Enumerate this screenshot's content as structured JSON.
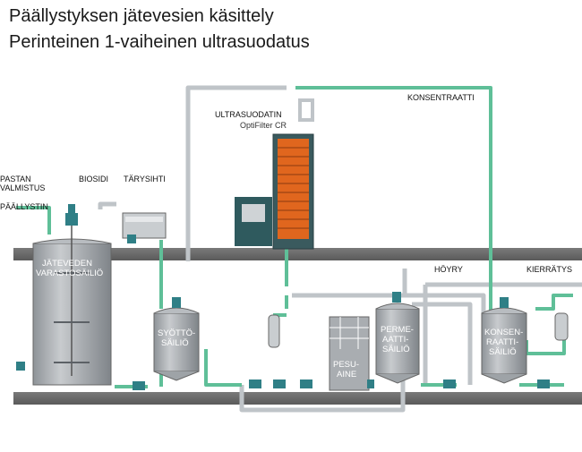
{
  "title": {
    "line1": "Päällystyksen jätevesien käsittely",
    "line2": "Perinteinen 1-vaiheinen ultrasuodatus"
  },
  "labels": {
    "pastan_valmistus_1": "PASTAN",
    "pastan_valmistus_2": "VALMISTUS",
    "paallystin": "PÄÄLLYSTIN",
    "biosidi": "BIOSIDI",
    "tarysihti": "TÄRYSIHTI",
    "ultrasuodatin": "ULTRASUODATIN",
    "optifilter": "OptiFilter CR",
    "konsentraatti": "KONSENTRAATTI",
    "hoyry": "HÖYRY",
    "kierratys": "KIERRÄTYS"
  },
  "tanks": {
    "jatevesi_1": "JÄTEVEDEN",
    "jatevesi_2": "VARASTOSÄILIÖ",
    "syotto_1": "SYÖTTÖ-",
    "syotto_2": "SÄILIÖ",
    "pesuaine_1": "PESU-",
    "pesuaine_2": "AINE",
    "permeaatti_1": "PERME-",
    "permeaatti_2": "AATTI-",
    "permeaatti_3": "SÄILIÖ",
    "konsentraatti_1": "KONSEN-",
    "konsentraatti_2": "RAATTI-",
    "konsentraatti_3": "SÄILIÖ"
  },
  "colors": {
    "pipe_green": "#5fbf98",
    "pipe_grey": "#bfc4c8",
    "floor": "#6e6e6e",
    "tank": "#a9adb1",
    "motor": "#2f7f86",
    "filter_orange": "#e0661e"
  }
}
